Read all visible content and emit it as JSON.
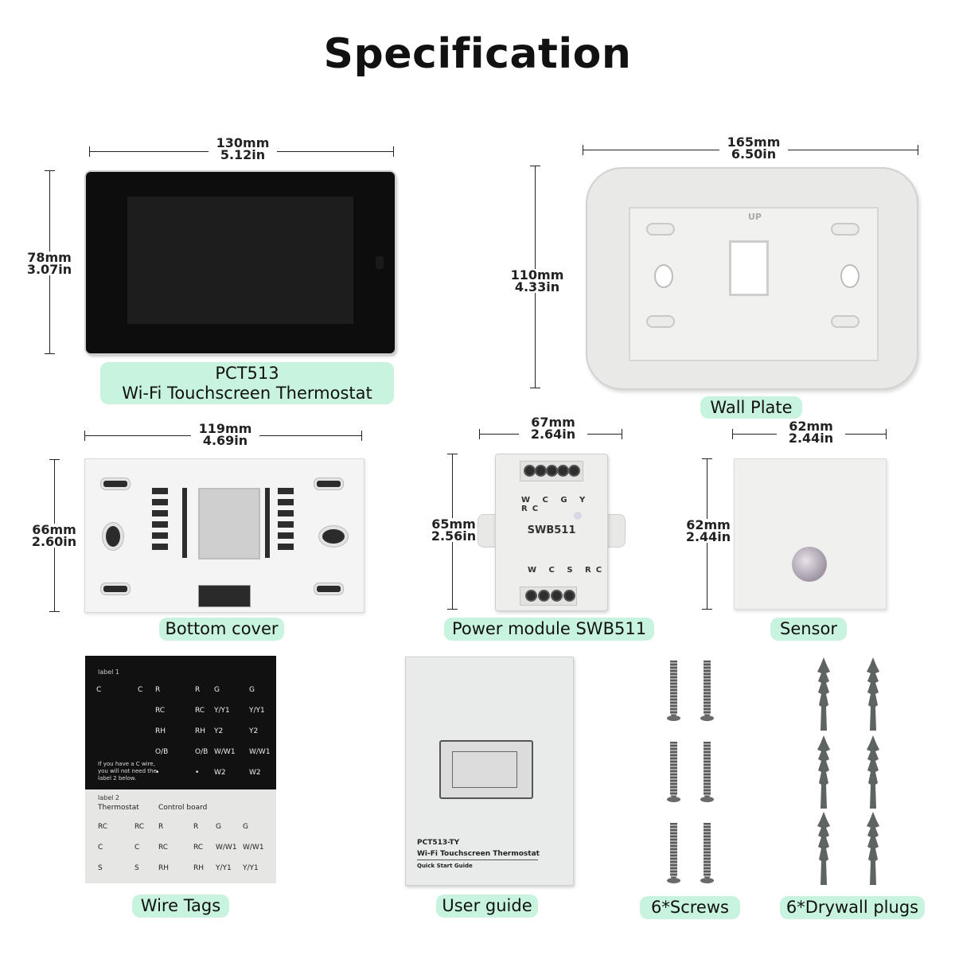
{
  "page": {
    "title": "Specification"
  },
  "thermostat": {
    "width_mm": "130mm",
    "width_in": "5.12in",
    "height_mm": "78mm",
    "height_in": "3.07in",
    "label_line1": "PCT513",
    "label_line2": "Wi-Fi Touchscreen Thermostat"
  },
  "wall_plate": {
    "width_mm": "165mm",
    "width_in": "6.50in",
    "height_mm": "110mm",
    "height_in": "4.33in",
    "mark": "UP",
    "label": "Wall Plate"
  },
  "bottom_cover": {
    "width_mm": "119mm",
    "width_in": "4.69in",
    "height_mm": "66mm",
    "height_in": "2.60in",
    "label": "Bottom cover"
  },
  "power_module": {
    "width_mm": "67mm",
    "width_in": "2.64in",
    "height_mm": "65mm",
    "height_in": "2.56in",
    "top_terminals": "W C G Y RC",
    "model": "SWB511",
    "bottom_terminals": "W C S RC",
    "label": "Power module SWB511"
  },
  "sensor": {
    "width_mm": "62mm",
    "width_in": "2.44in",
    "height_mm": "62mm",
    "height_in": "2.44in",
    "label": "Sensor"
  },
  "wire_tags": {
    "label": "Wire Tags",
    "label1_title": "label 1",
    "label1_rows": [
      [
        "C",
        "C",
        "R",
        "R",
        "G",
        "G"
      ],
      [
        "",
        "",
        "RC",
        "RC",
        "Y/Y1",
        "Y/Y1"
      ],
      [
        "",
        "",
        "RH",
        "RH",
        "Y2",
        "Y2"
      ],
      [
        "",
        "",
        "O/B",
        "O/B",
        "W/W1",
        "W/W1"
      ],
      [
        "",
        "",
        "•",
        "•",
        "W2",
        "W2"
      ]
    ],
    "note": "If you have a C wire, you will not need the label 2 below.",
    "label2_title": "label 2",
    "label2_header_left": "Thermostat",
    "label2_header_right": "Control board",
    "label2_rows": [
      [
        "RC",
        "RC",
        "R",
        "R",
        "G",
        "G"
      ],
      [
        "C",
        "C",
        "RC",
        "RC",
        "W/W1",
        "W/W1"
      ],
      [
        "S",
        "S",
        "RH",
        "RH",
        "Y/Y1",
        "Y/Y1"
      ]
    ]
  },
  "user_guide": {
    "label": "User guide",
    "model": "PCT513-TY",
    "product": "Wi-Fi Touchscreen Thermostat",
    "subtitle": "Quick Start Guide"
  },
  "screws": {
    "label": "6*Screws",
    "count": 6
  },
  "drywall_plugs": {
    "label": "6*Drywall plugs",
    "count": 6
  }
}
